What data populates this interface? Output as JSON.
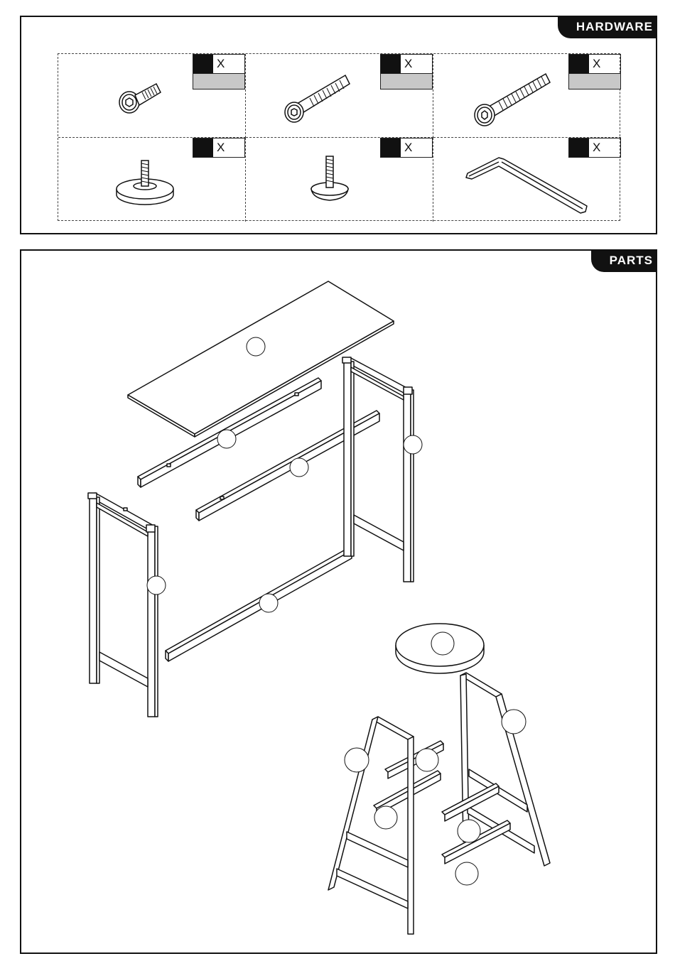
{
  "hardware": {
    "tab_label": "HARDWARE",
    "items": [
      {
        "icon": "short-hex-bolt-icon",
        "qty_mark": "X",
        "has_grey_row": true
      },
      {
        "icon": "medium-hex-bolt-icon",
        "qty_mark": "X",
        "has_grey_row": true
      },
      {
        "icon": "long-hex-bolt-icon",
        "qty_mark": "X",
        "has_grey_row": true
      },
      {
        "icon": "large-leveling-foot-icon",
        "qty_mark": "X",
        "has_grey_row": false
      },
      {
        "icon": "small-leveling-foot-icon",
        "qty_mark": "X",
        "has_grey_row": false
      },
      {
        "icon": "allen-key-icon",
        "qty_mark": "X",
        "has_grey_row": false
      }
    ]
  },
  "parts": {
    "tab_label": "PARTS"
  },
  "colors": {
    "ink": "#111111",
    "grey": "#c8c8c8",
    "paper": "#ffffff"
  }
}
